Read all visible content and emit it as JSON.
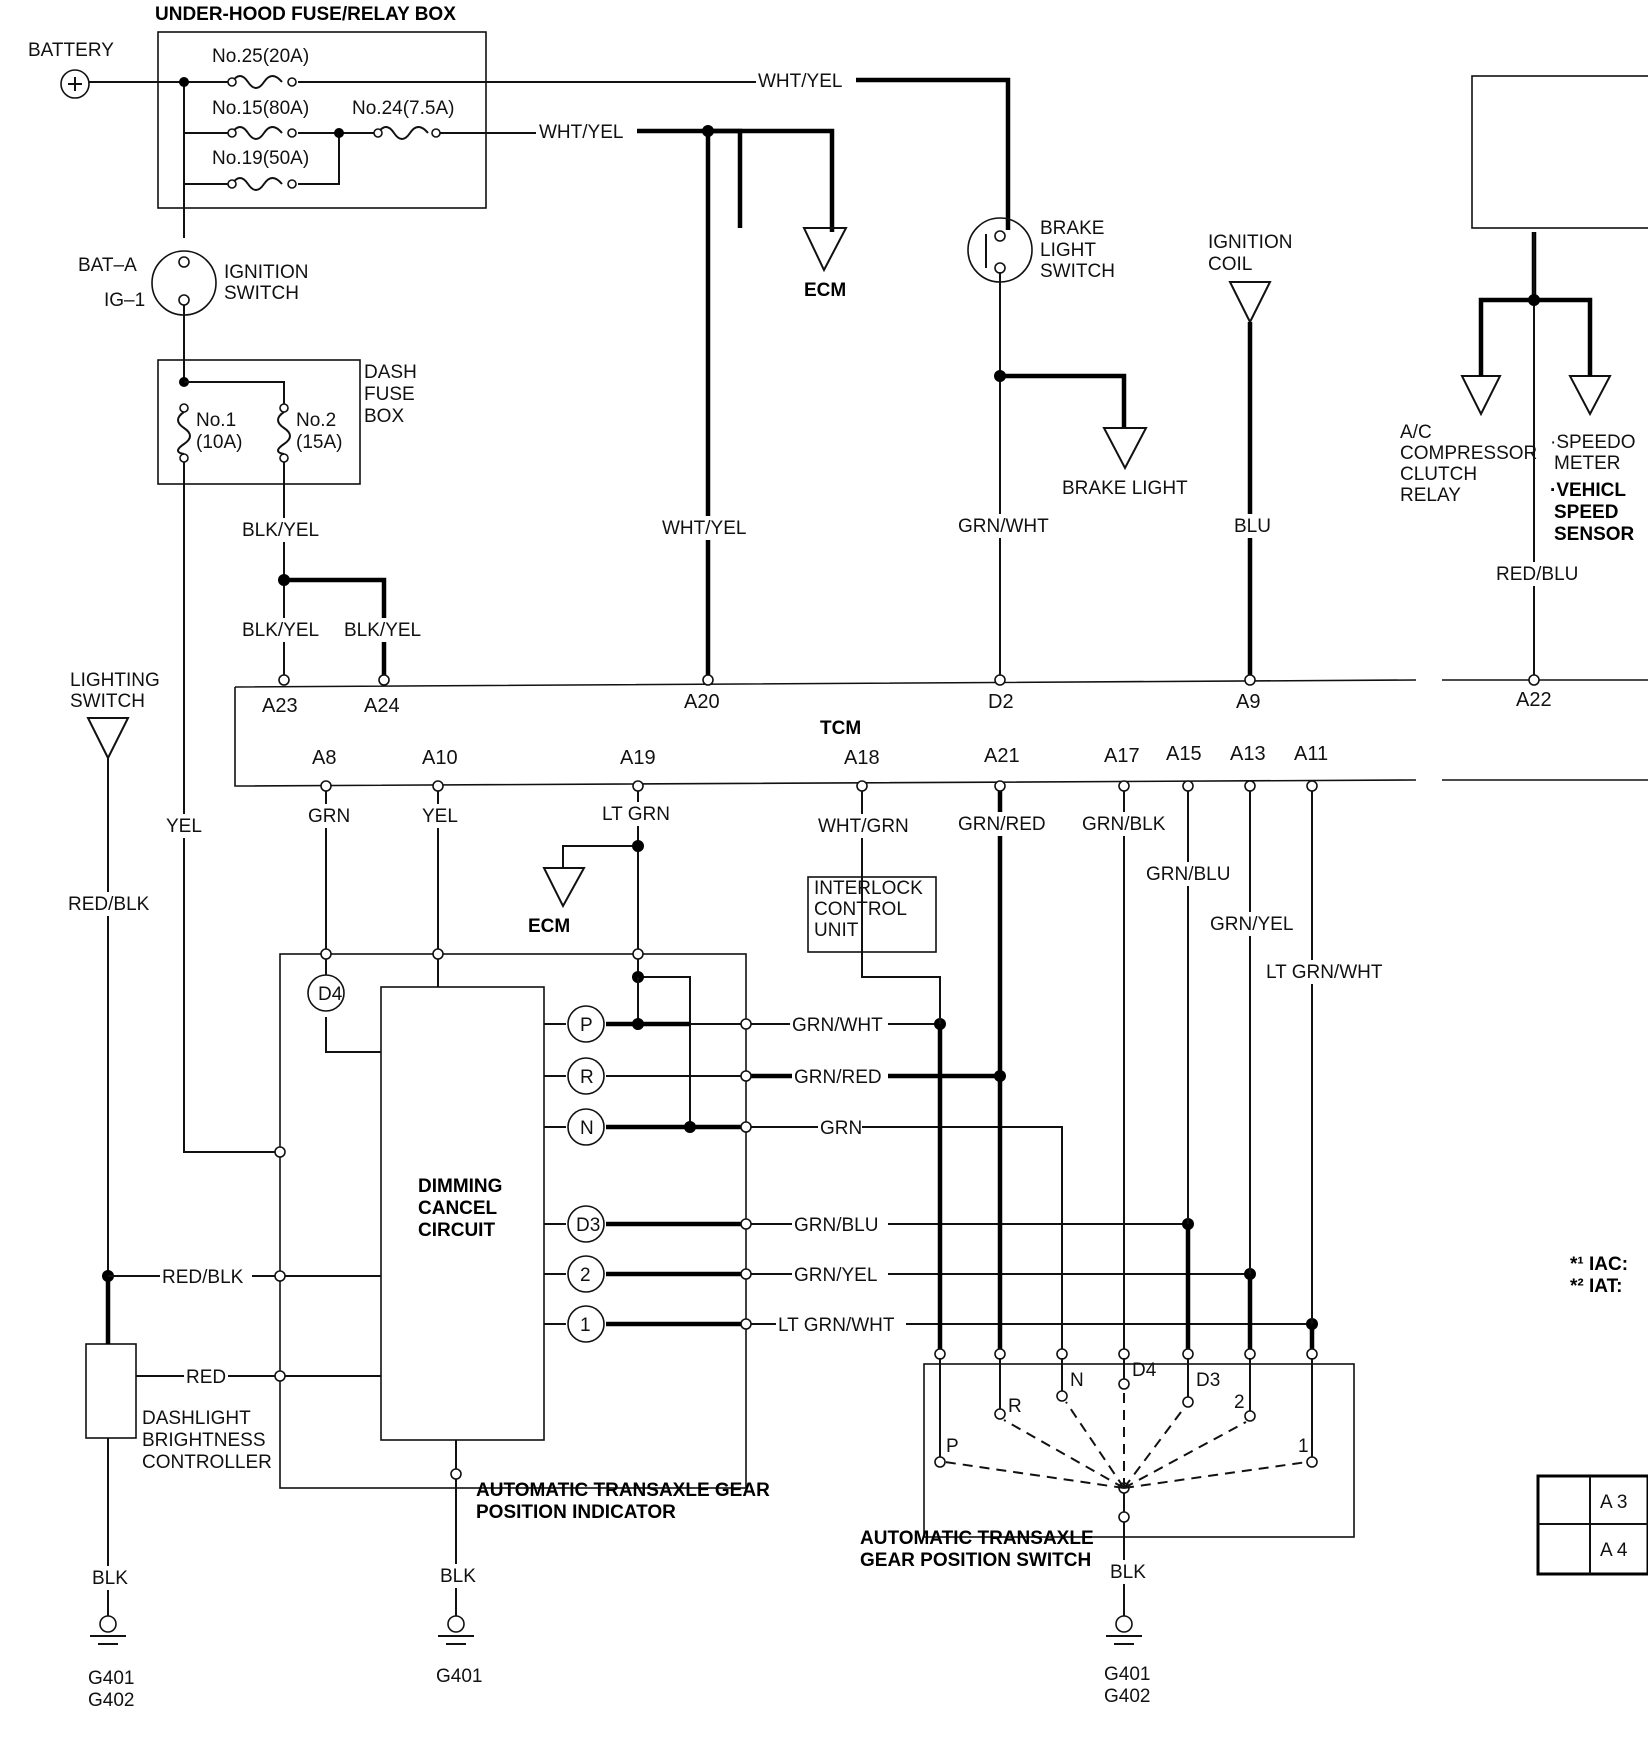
{
  "diagram": {
    "title": "UNDER-HOOD FUSE/RELAY BOX",
    "battery": "BATTERY",
    "fuses": {
      "f25": "No.25(20A)",
      "f15": "No.15(80A)",
      "f24": "No.24(7.5A)",
      "f19": "No.19(50A)",
      "d1a": "No.1",
      "d1b": "(10A)",
      "d2a": "No.2",
      "d2b": "(15A)"
    },
    "ignition": {
      "bat_a": "BAT–A",
      "ig1": "IG–1",
      "l1": "IGNITION",
      "l2": "SWITCH"
    },
    "dash_fuse_box": [
      "DASH",
      "FUSE",
      "BOX"
    ],
    "brake_switch": [
      "BRAKE",
      "LIGHT",
      "SWITCH"
    ],
    "brake_light": "BRAKE LIGHT",
    "ignition_coil": [
      "IGNITION",
      "COIL"
    ],
    "ecm": "ECM",
    "ac_relay": [
      "A/C",
      "COMPRESSOR",
      "CLUTCH",
      "RELAY"
    ],
    "speedo": [
      "·SPEEDO",
      "METER",
      "·VEHICL",
      "SPEED",
      "SENSOR"
    ],
    "lighting_switch": [
      "LIGHTING",
      "SWITCH"
    ],
    "tcm": "TCM",
    "interlock": [
      "INTERLOCK",
      "CONTROL",
      "UNIT"
    ],
    "dimming": [
      "DIMMING",
      "CANCEL",
      "CIRCUIT"
    ],
    "indicator": [
      "AUTOMATIC TRANSAXLE GEAR",
      "POSITION INDICATOR"
    ],
    "gear_switch": [
      "AUTOMATIC TRANSAXLE",
      "GEAR POSITION SWITCH"
    ],
    "dashlight": [
      "DASHLIGHT",
      "BRIGHTNESS",
      "CONTROLLER"
    ],
    "notes": [
      "*¹ IAC:",
      "*² IAT:"
    ],
    "table": [
      "A 3",
      "A 4"
    ],
    "grounds": {
      "g1a": "G401",
      "g1b": "G402",
      "g2": "G401",
      "g3a": "G401",
      "g3b": "G402"
    },
    "terminals": {
      "A23": "A23",
      "A24": "A24",
      "A20": "A20",
      "D2": "D2",
      "A9": "A9",
      "A22": "A22",
      "A8": "A8",
      "A10": "A10",
      "A19": "A19",
      "A18": "A18",
      "A21": "A21",
      "A17": "A17",
      "A15": "A15",
      "A13": "A13",
      "A11": "A11"
    },
    "indicator_lamps": [
      "P",
      "R",
      "N",
      "D3",
      "2",
      "1"
    ],
    "switch_positions": [
      "P",
      "R",
      "N",
      "D4",
      "D3",
      "2",
      "1"
    ],
    "d4_lamp": "D4",
    "wires": {
      "wht_yel": "WHT/YEL",
      "blk_yel": "BLK/YEL",
      "grn_wht": "GRN/WHT",
      "blu": "BLU",
      "red_blu": "RED/BLU",
      "yel": "YEL",
      "red_blk": "RED/BLK",
      "grn": "GRN",
      "lt_grn": "LT GRN",
      "wht_grn": "WHT/GRN",
      "grn_red": "GRN/RED",
      "grn_blk": "GRN/BLK",
      "grn_blu": "GRN/BLU",
      "grn_yel": "GRN/YEL",
      "lt_grn_wht": "LT GRN/WHT",
      "red": "RED",
      "blk": "BLK"
    }
  }
}
